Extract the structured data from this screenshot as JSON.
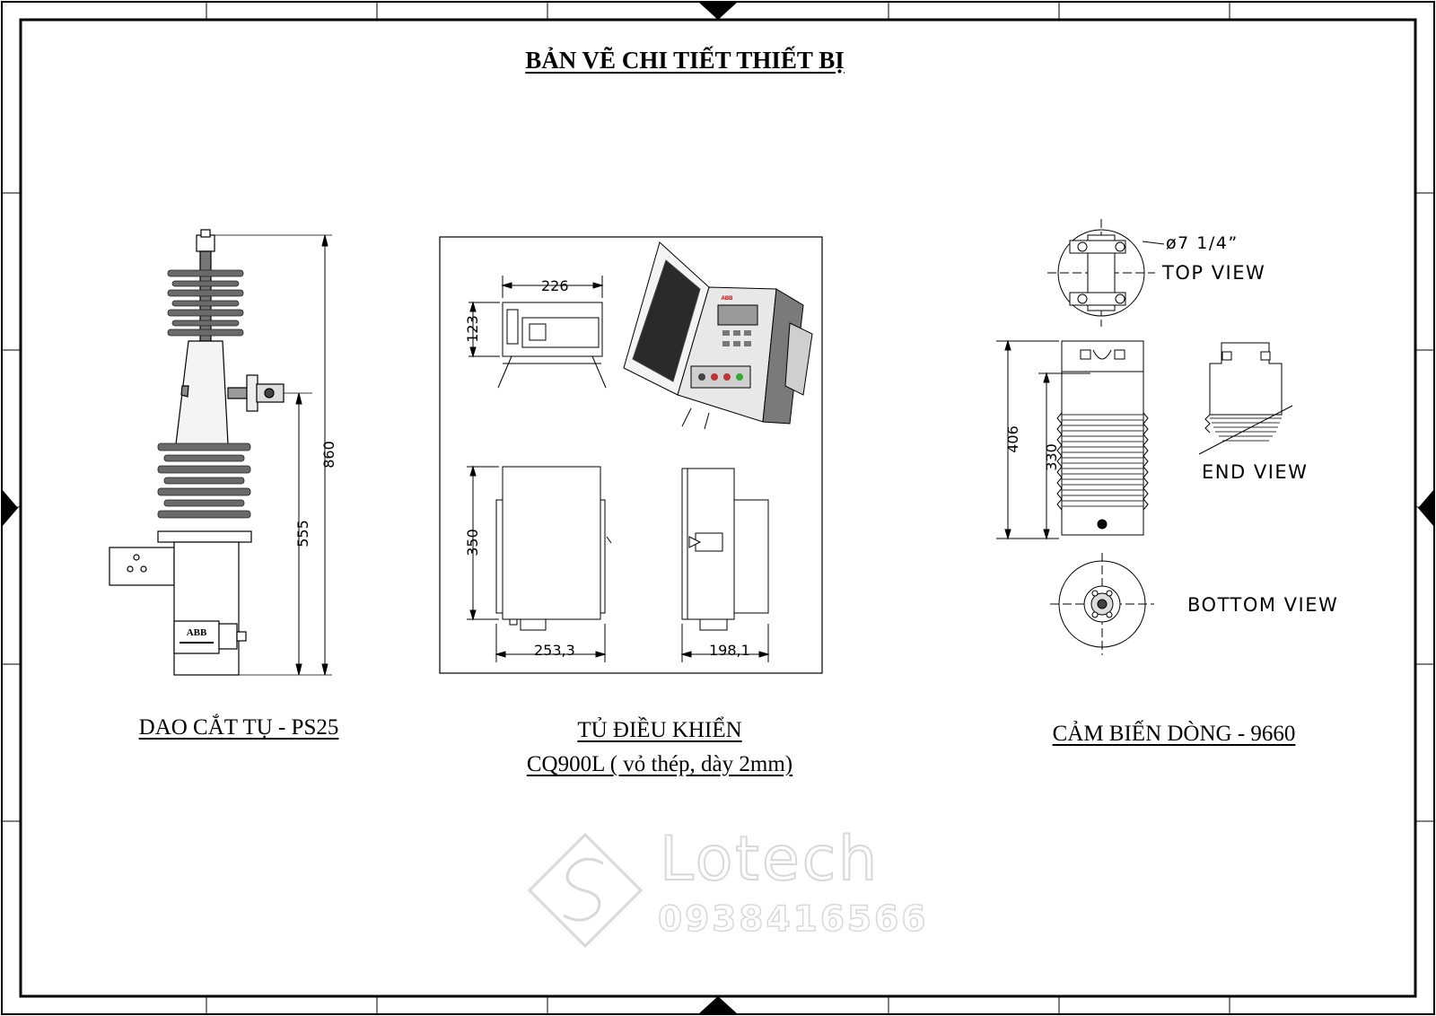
{
  "title": "BẢN VẼ CHI TIẾT THIẾT BỊ",
  "devices": {
    "switch": {
      "caption": "DAO CẮT TỤ - PS25",
      "dims": {
        "overall_height": "860",
        "lower_height": "555"
      }
    },
    "cabinet": {
      "caption_line1": "TỦ ĐIỀU KHIỂN",
      "caption_line2": "CQ900L ( vỏ thép, dày 2mm)",
      "dims": {
        "top_width": "226",
        "top_height": "123",
        "front_height": "350",
        "front_width": "253,3",
        "side_width": "198,1"
      }
    },
    "sensor": {
      "caption": "CẢM BIẾN DÒNG - 9660",
      "dims": {
        "diameter": "ø7 1/4”",
        "overall_height": "406",
        "body_height": "330"
      },
      "views": {
        "top": "TOP VIEW",
        "end": "END VIEW",
        "bottom": "BOTTOM VIEW"
      }
    }
  },
  "watermark": {
    "brand": "Lotech",
    "phone": "0938416566"
  }
}
